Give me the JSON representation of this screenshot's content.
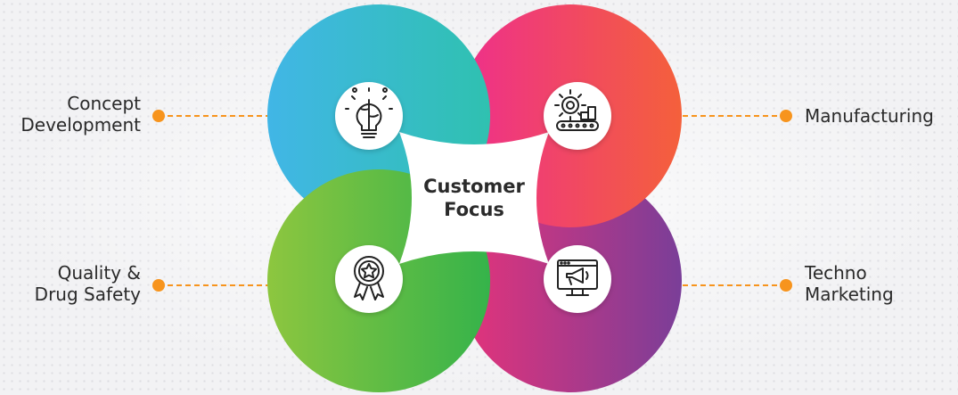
{
  "center": {
    "line1": "Customer",
    "line2": "Focus"
  },
  "nodes": [
    {
      "id": "concept",
      "lines": [
        "Concept",
        "Development"
      ],
      "icon": "brain-bulb-icon",
      "colors": [
        "#41b6e6",
        "#2fc1b0"
      ]
    },
    {
      "id": "manufacturing",
      "lines": [
        "Manufacturing"
      ],
      "icon": "conveyor-gear-icon",
      "colors": [
        "#ee2f8c",
        "#f4603b"
      ]
    },
    {
      "id": "quality",
      "lines": [
        "Quality &",
        "Drug Safety"
      ],
      "icon": "award-medal-icon",
      "colors": [
        "#8dc63f",
        "#35b34a"
      ]
    },
    {
      "id": "techno",
      "lines": [
        "Techno",
        "Marketing"
      ],
      "icon": "megaphone-monitor-icon",
      "colors": [
        "#e5337a",
        "#7a3e98"
      ]
    }
  ],
  "connector_color": "#f7941d"
}
